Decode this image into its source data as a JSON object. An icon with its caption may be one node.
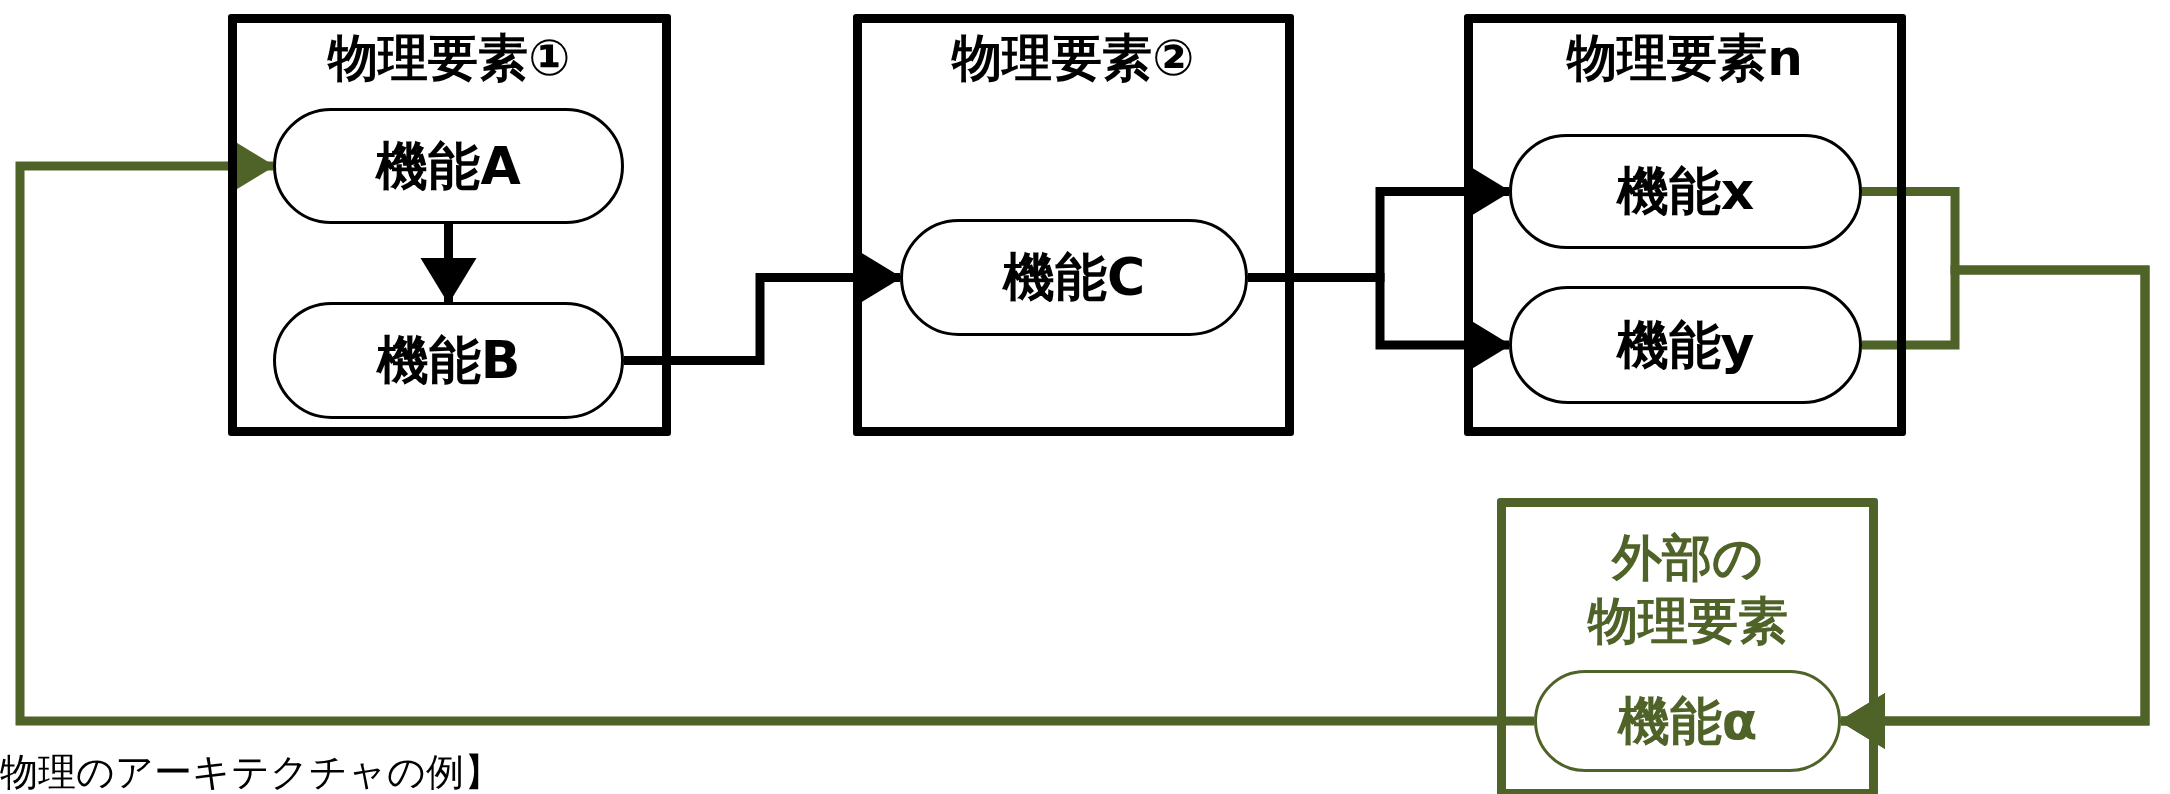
{
  "diagram": {
    "nodes": [
      {
        "text": [
          "物理要素①"
        ]
      },
      {
        "text": [
          "機能A"
        ],
        "in": 0
      },
      {
        "text": [
          "機能B"
        ],
        "in": 0
      },
      {
        "text": [
          "物理要素②"
        ]
      },
      {
        "text": [
          "機能C"
        ],
        "in": 3
      },
      {
        "text": [
          "物理要素n"
        ]
      },
      {
        "text": [
          "機能x"
        ],
        "in": 5
      },
      {
        "text": [
          "機能y"
        ],
        "in": 5
      },
      {
        "text": [
          "外部の物理要素"
        ]
      },
      {
        "text": [
          "機能α"
        ],
        "in": 8
      }
    ],
    "edges": [
      {
        "from": 1,
        "to": 2,
        "arrow": "to"
      },
      {
        "from": 2,
        "to": 4,
        "arrow": "to"
      },
      {
        "from": 4,
        "to": 6,
        "arrow": "to"
      },
      {
        "from": 4,
        "to": 7,
        "arrow": "to"
      },
      {
        "from": 6,
        "to": 9,
        "arrow": "to",
        "color": "#4f6228"
      },
      {
        "from": 7,
        "to": 9,
        "arrow": "to",
        "color": "#4f6228"
      },
      {
        "from": 9,
        "to": 1,
        "arrow": "to",
        "color": "#4f6228"
      }
    ],
    "labels": [
      "物理のアーキテクチャの例】"
    ]
  }
}
